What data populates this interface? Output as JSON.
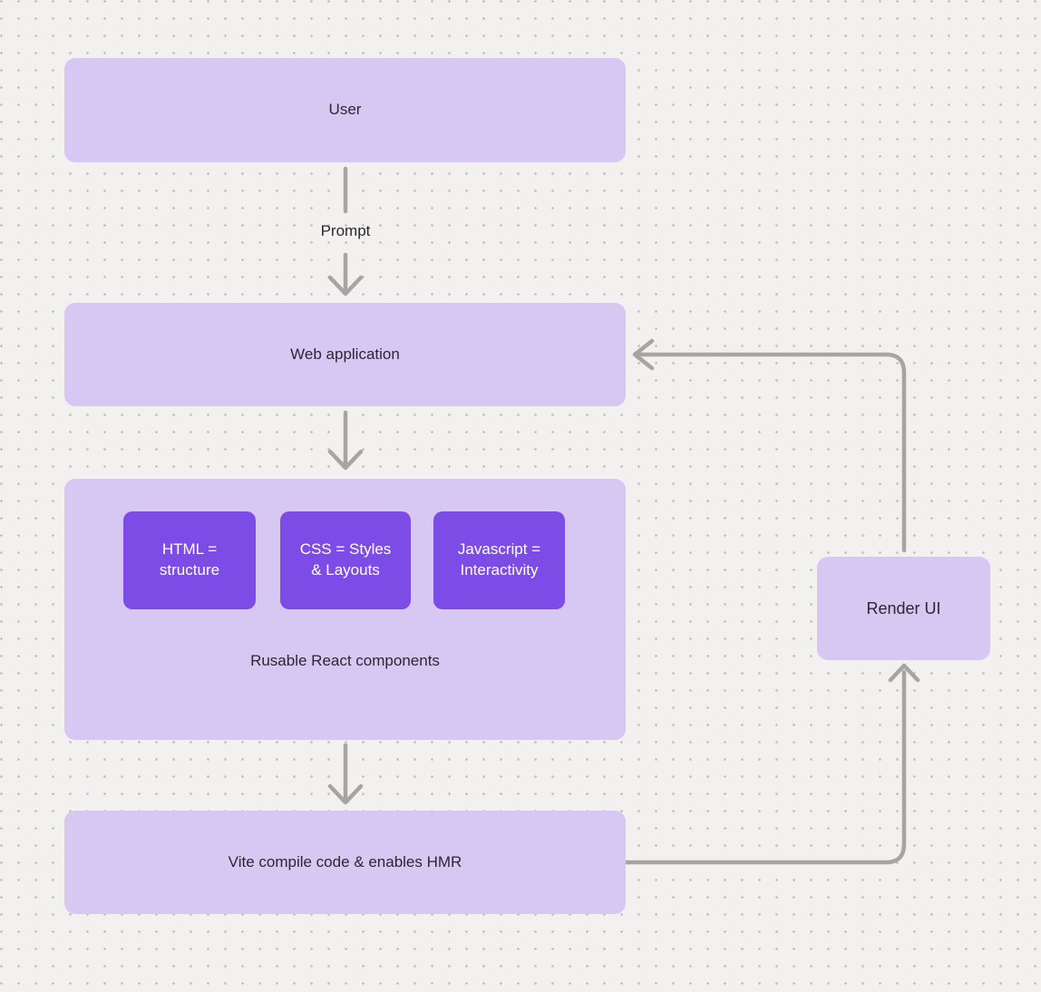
{
  "canvas": {
    "background_color": "#f2f1ef",
    "dot_color": "#c4c2bf"
  },
  "colors": {
    "node_light": "#d6c8f3",
    "node_dark": "#7d4ce6",
    "text_dark": "#2b2731",
    "text_light": "#ffffff",
    "connector": "#a7a5a3"
  },
  "nodes": {
    "user": {
      "label": "User"
    },
    "web_application": {
      "label": "Web application"
    },
    "components_group": {
      "caption": "Rusable React components",
      "children": [
        {
          "label": "HTML = structure"
        },
        {
          "label": "CSS = Styles & Layouts"
        },
        {
          "label": "Javascript = Interactivity"
        }
      ]
    },
    "vite": {
      "label": "Vite compile code & enables HMR"
    },
    "render_ui": {
      "label": "Render UI"
    }
  },
  "edges": {
    "user_to_webapp": {
      "label": "Prompt",
      "direction": "down"
    },
    "webapp_to_components": {
      "label": "",
      "direction": "down"
    },
    "components_to_vite": {
      "label": "",
      "direction": "down"
    },
    "vite_to_renderui": {
      "label": "",
      "direction": "right-then-up"
    },
    "renderui_to_webapp": {
      "label": "",
      "direction": "up-then-left"
    }
  }
}
